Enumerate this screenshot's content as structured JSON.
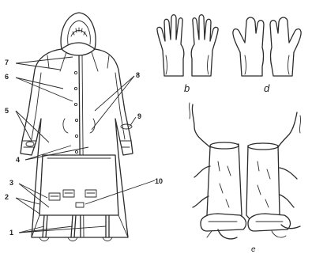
{
  "callouts": {
    "n1": "1",
    "n2": "2",
    "n3": "3",
    "n4": "4",
    "n5": "5",
    "n6": "6",
    "n7": "7",
    "n8": "8",
    "n9": "9",
    "n10": "10"
  },
  "panel_labels": {
    "gloves_a": "b",
    "gloves_b": "d",
    "covers": "e"
  }
}
